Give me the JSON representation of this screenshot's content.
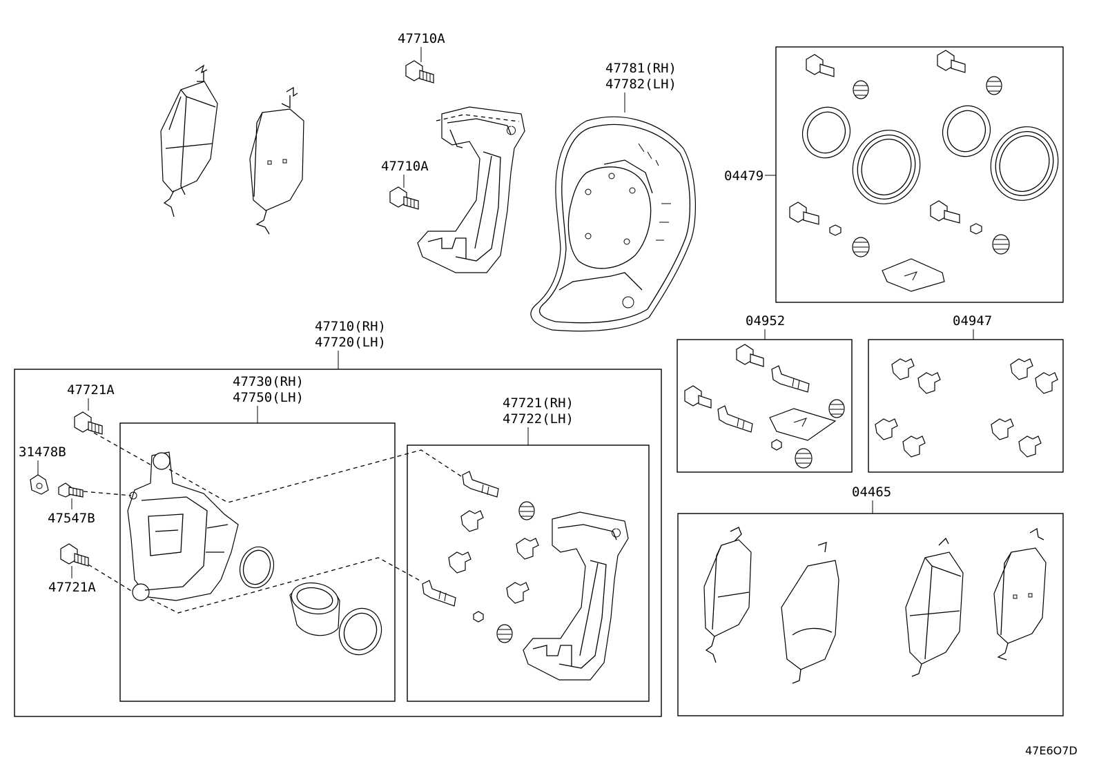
{
  "diagram": {
    "figure_code": "47E6O7D",
    "labels": {
      "bolt_top": "47710A",
      "bolt_mid": "47710A",
      "shield_rh": "47781(RH)",
      "shield_lh": "47782(LH)",
      "kit_04479": "04479",
      "kit_04952": "04952",
      "kit_04947": "04947",
      "kit_04465": "04465",
      "caliper_rh": "47710(RH)",
      "caliper_lh": "47720(LH)",
      "body_rh": "47730(RH)",
      "body_lh": "47750(LH)",
      "mount_rh": "47721(RH)",
      "mount_lh": "47722(LH)",
      "bolt_upper": "47721A",
      "bolt_lower": "47721A",
      "cap": "31478B",
      "bleeder": "47547B"
    }
  }
}
